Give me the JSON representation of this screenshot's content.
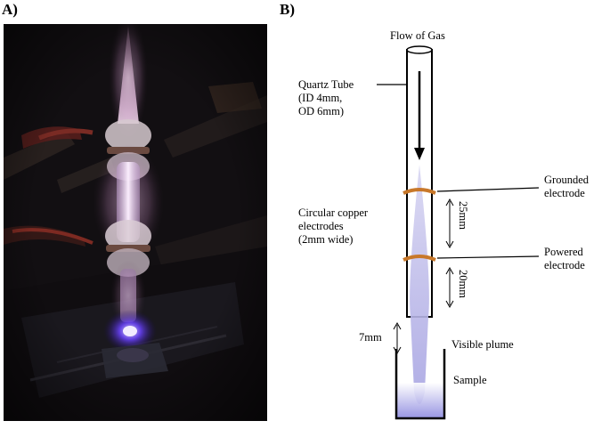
{
  "panels": {
    "a_label": "A)",
    "b_label": "B)"
  },
  "diagram": {
    "flow_label": "Flow of Gas",
    "quartz_tube": [
      "Quartz Tube",
      "(ID 4mm,",
      "OD 6mm)"
    ],
    "electrodes": [
      "Circular copper",
      "electrodes",
      "(2mm wide)"
    ],
    "grounded": [
      "Grounded",
      "electrode"
    ],
    "powered": [
      "Powered",
      "electrode"
    ],
    "dim_25": "25mm",
    "dim_20": "20mm",
    "dim_7": "7mm",
    "visible_plume": "Visible plume",
    "sample": "Sample"
  },
  "colors": {
    "electrode": "#c8782a",
    "plasma": "#b8b4e8",
    "photo_bg": "#0d0c0f"
  }
}
